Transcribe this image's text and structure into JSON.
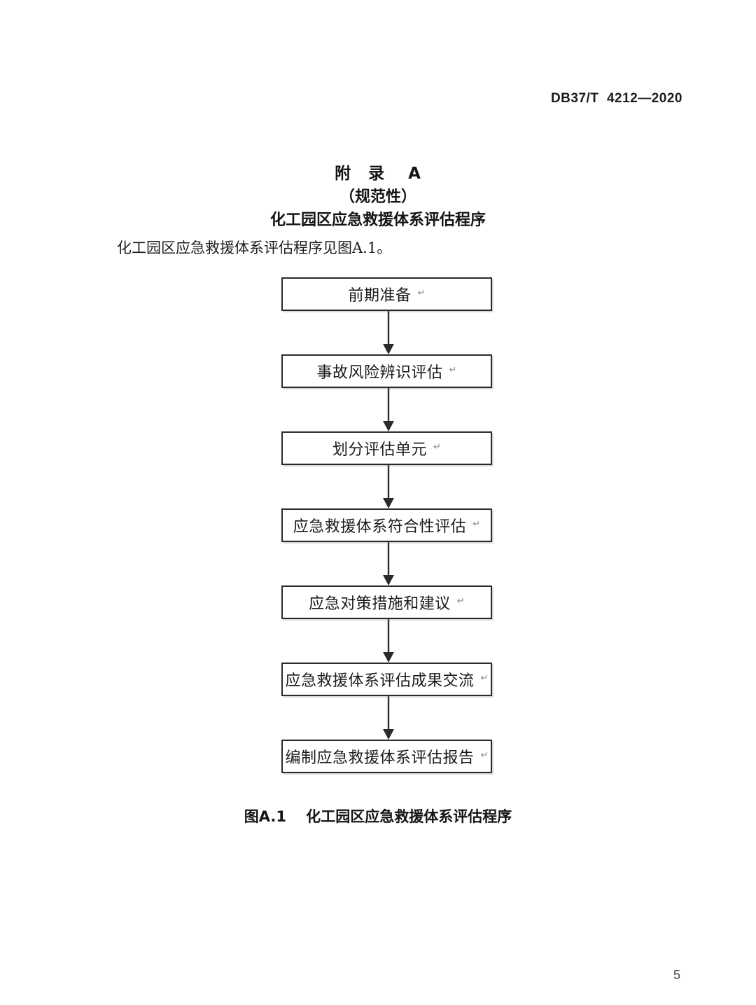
{
  "header": {
    "standard_code": "DB37/T  4212—2020"
  },
  "annex": {
    "title": "附　录　 A",
    "kind": "（规范性）",
    "subject": "化工园区应急救援体系评估程序"
  },
  "body": {
    "intro": "化工园区应急救援体系评估程序见图A.1。"
  },
  "flowchart": {
    "orientation": "vertical",
    "connector_icon": "down-arrow-icon",
    "return_mark": "↵",
    "box_border_color": "#2b2b2b",
    "box_fill_color": "#ffffff",
    "steps": [
      {
        "label": "前期准备",
        "return_mark": "↵"
      },
      {
        "label": "事故风险辨识评估",
        "return_mark": "↵"
      },
      {
        "label": "划分评估单元",
        "return_mark": "↵"
      },
      {
        "label": "应急救援体系符合性评估",
        "return_mark": "↵"
      },
      {
        "label": "应急对策措施和建议",
        "return_mark": "↵"
      },
      {
        "label": "应急救援体系评估成果交流",
        "return_mark": "↵"
      },
      {
        "label": "编制应急救援体系评估报告",
        "return_mark": "↵"
      }
    ]
  },
  "figure": {
    "caption": "图A.1　 化工园区应急救援体系评估程序"
  },
  "footer": {
    "page_number": "5"
  }
}
